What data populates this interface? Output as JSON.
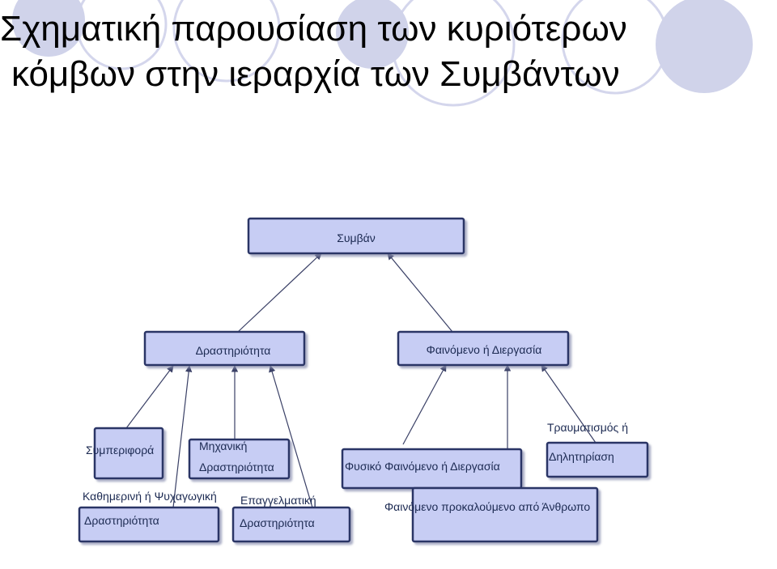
{
  "title": {
    "line1": "Σχηματική παρουσίαση των κυριότερων",
    "line2": "κόμβων στην ιεραρχία των Συμβάντων"
  },
  "colors": {
    "node_fill": "#c7cdf4",
    "node_border": "#2c3466",
    "edge": "#3a4066",
    "decor_circle": "#cfd2ea",
    "text": "#1c2a52"
  },
  "diagram": {
    "root": "Συμβάν",
    "activity": "Δραστηριότητα",
    "phenomenon": "Φαινόμενο ή Διεργασία",
    "behavior": "Συμπεριφορά",
    "mechanical_line1": "Μηχανική",
    "mechanical_line2": "Δραστηριότητα",
    "daily_line1": "Καθημερινή ή Ψυχαγωγική",
    "daily_line2": "Δραστηριότητα",
    "professional_line1": "Επαγγελματική",
    "professional_line2": "Δραστηριότητα",
    "natural": "Φυσικό Φαινόμενο ή Διεργασία",
    "human_caused": "Φαινόμενο προκαλούμενο από Άνθρωπο",
    "injury_line1": "Τραυματισμός ή",
    "injury_line2": "Δηλητηρίαση"
  }
}
